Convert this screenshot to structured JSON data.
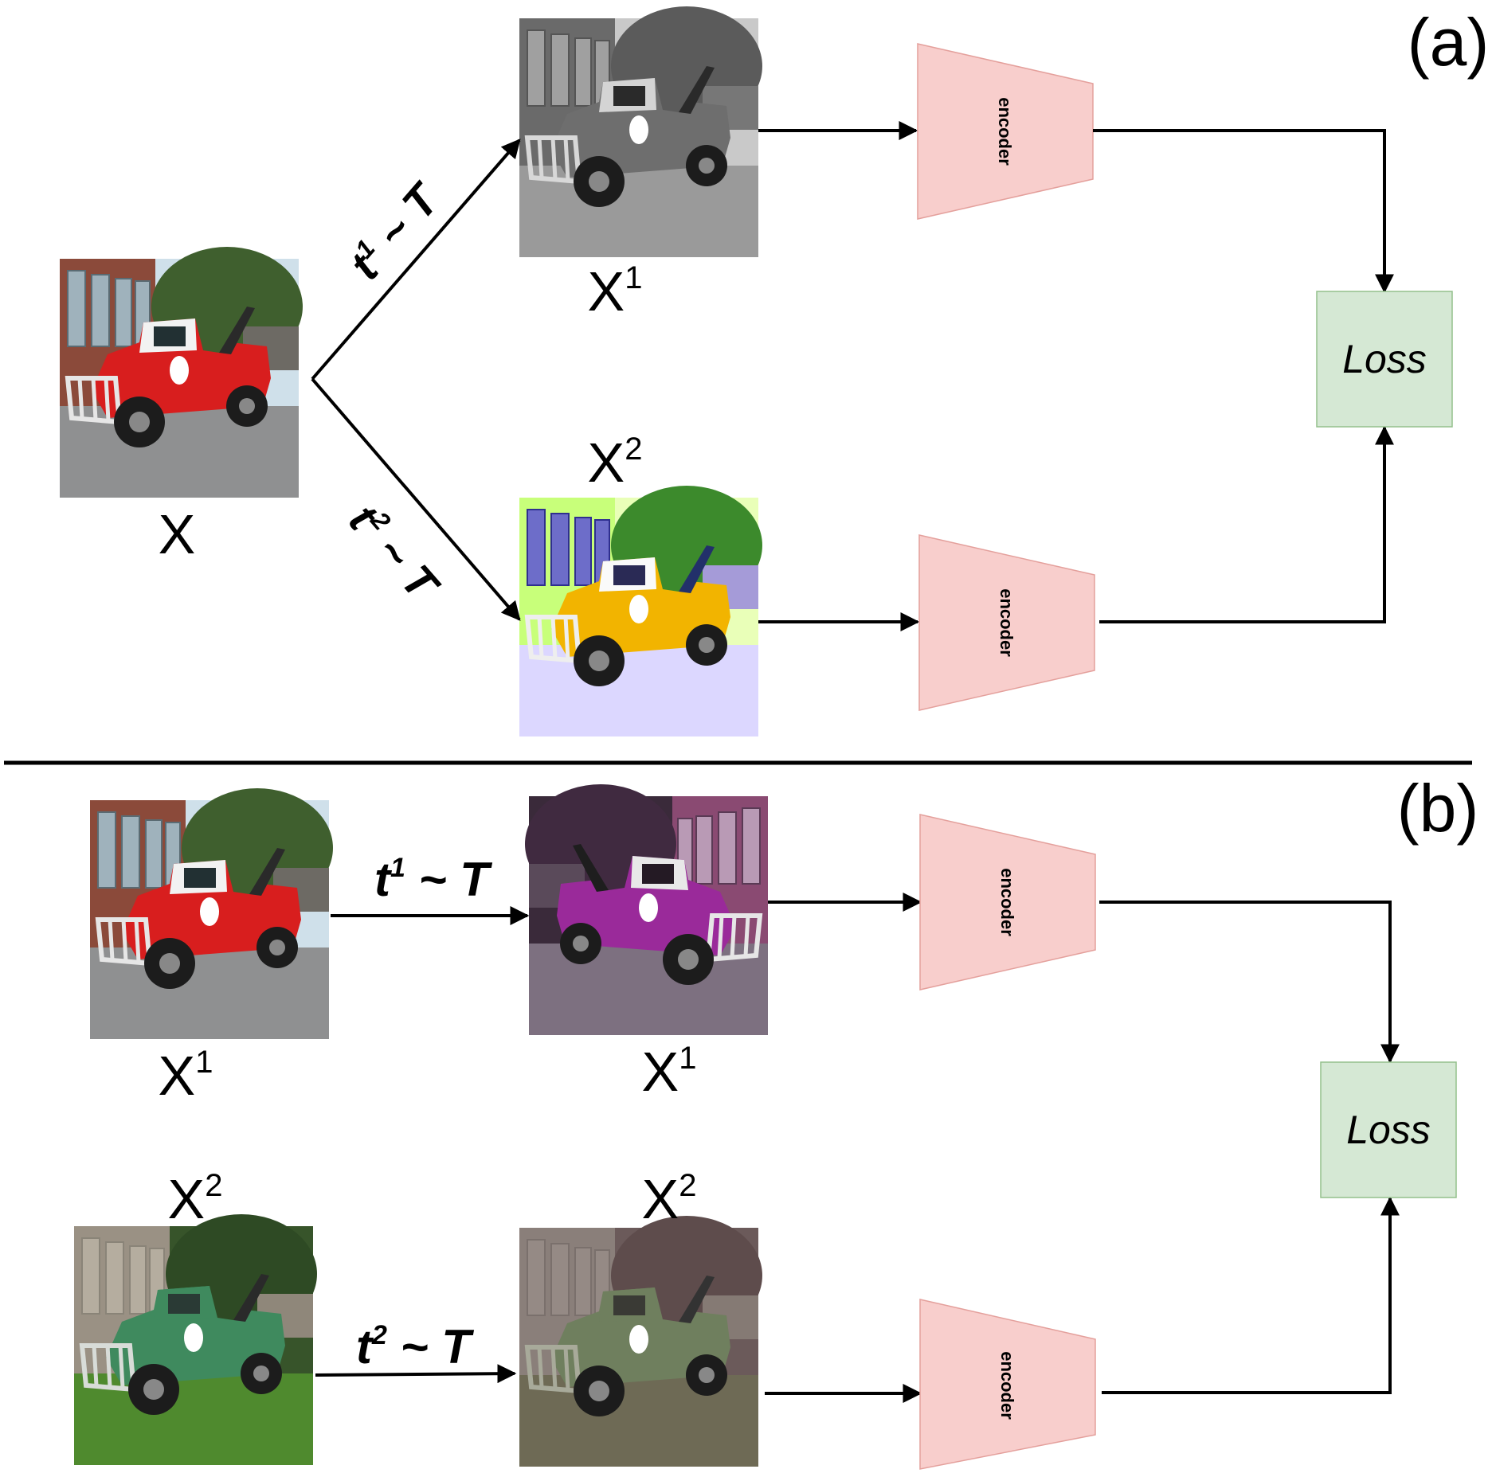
{
  "panels": {
    "a": "(a)",
    "b": "(b)"
  },
  "encoder_label": "encoder",
  "loss_label": "Loss",
  "top": {
    "input_label": "X",
    "out1_label": {
      "base": "X",
      "sup": "1"
    },
    "out2_label": {
      "base": "X",
      "sup": "2"
    },
    "t1": {
      "base": "t",
      "sup": "1",
      "rest": " ~ T"
    },
    "t2": {
      "base": "t",
      "sup": "2",
      "rest": " ~ T"
    }
  },
  "bottom": {
    "in1_label": {
      "base": "X",
      "sup": "1"
    },
    "out1_label": {
      "base": "X",
      "sup": "1"
    },
    "in2_label": {
      "base": "X",
      "sup": "2"
    },
    "out2_label": {
      "base": "X",
      "sup": "2"
    },
    "t1": {
      "base": "t",
      "sup": "1",
      "rest": " ~ T"
    },
    "t2": {
      "base": "t",
      "sup": "2",
      "rest": " ~ T"
    }
  },
  "colors": {
    "encoder_fill": "#f8cecc",
    "loss_fill": "#d5e8d4",
    "truck_red": "#d81e1e",
    "truck_gray": "#6e6e6e",
    "truck_yellow": "#f2b400",
    "truck_purple": "#9a2a9a",
    "truck_green": "#3f8a5e",
    "truck_faded_green": "#6f7f5e"
  },
  "icons": {
    "photo_x": "tow-truck-photo-red",
    "photo_x1_top": "tow-truck-photo-grayscale",
    "photo_x2_top": "tow-truck-photo-solarized-yellow",
    "photo_x1_bottom_in": "tow-truck-photo-red",
    "photo_x1_bottom_out": "tow-truck-photo-purple-flipped",
    "photo_x2_bottom_in": "tow-truck-photo-green",
    "photo_x2_bottom_out": "tow-truck-photo-faded-green"
  }
}
